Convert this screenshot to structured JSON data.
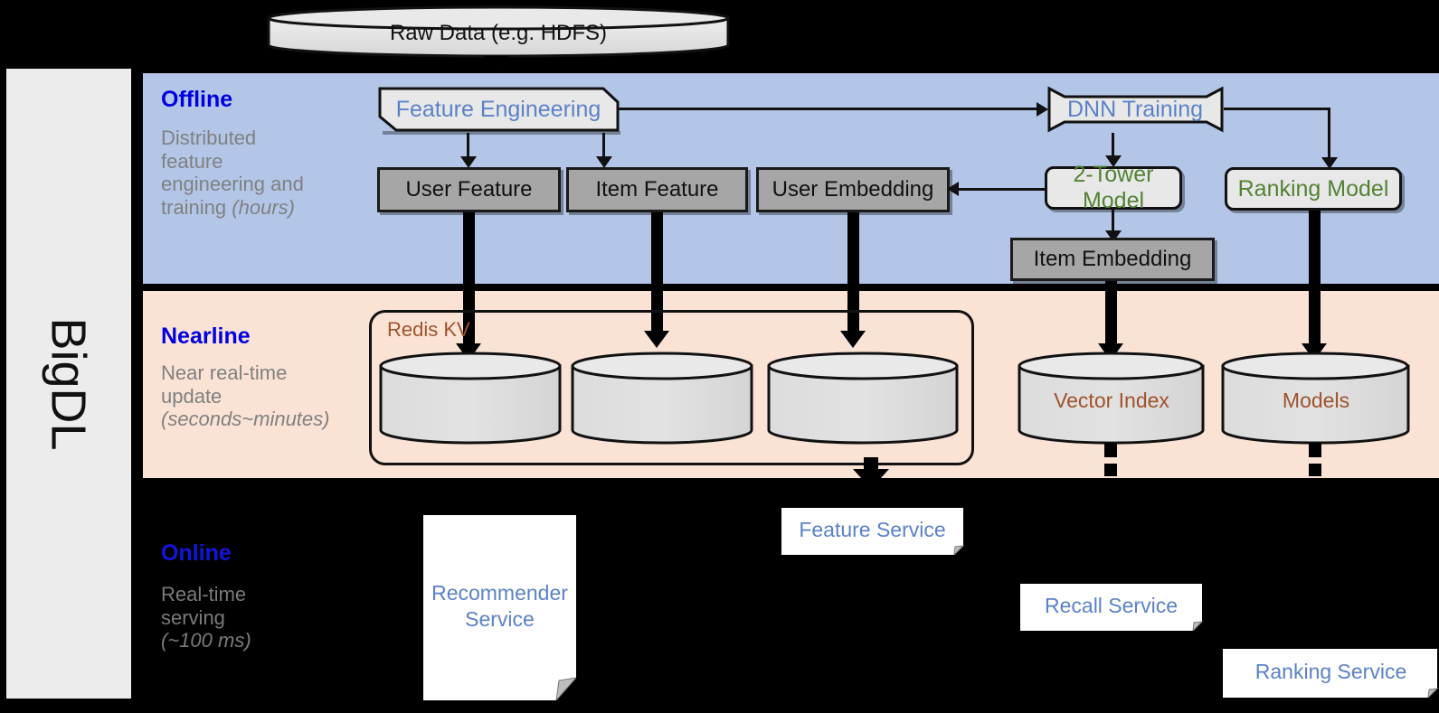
{
  "framework": {
    "name": "BigDL"
  },
  "source": {
    "label": "Raw Data (e.g. HDFS)"
  },
  "bands": {
    "offline": {
      "title": "Offline",
      "subtitle_line1": "Distributed",
      "subtitle_line2": "feature",
      "subtitle_line3": "engineering and",
      "subtitle_line4": "training ",
      "subtitle_italic": "(hours)"
    },
    "nearline": {
      "title": "Nearline",
      "subtitle_line1": "Near real-time",
      "subtitle_line2": "update",
      "subtitle_italic": "(seconds~minutes)"
    },
    "online": {
      "title": "Online",
      "subtitle_line1": "Real-time",
      "subtitle_line2": "serving",
      "subtitle_italic": "(~100 ms)"
    }
  },
  "offline": {
    "feature_engineering": "Feature Engineering",
    "dnn_training": "DNN Training",
    "user_feature": "User Feature",
    "item_feature": "Item Feature",
    "user_embedding": "User Embedding",
    "two_tower_model": "2-Tower Model",
    "ranking_model": "Ranking Model",
    "item_embedding": "Item Embedding"
  },
  "nearline": {
    "redis_group": "Redis KV",
    "store_user_feature": "",
    "store_item_feature": "",
    "store_user_embedding": "",
    "vector_index": "Vector Index",
    "models": "Models"
  },
  "online": {
    "recommender_service_line1": "Recommender",
    "recommender_service_line2": "Service",
    "feature_service": "Feature Service",
    "recall_service": "Recall Service",
    "ranking_service": "Ranking Service"
  },
  "colors": {
    "offline_band": "#b3c6e7",
    "nearline_band": "#fae3d5",
    "online_band": "#000000",
    "rail": "#ececec",
    "data_box": "#a6a6a6",
    "process_box": "#e8e8e8",
    "accent_blue": "#5b82c8",
    "accent_green": "#548235",
    "accent_brown": "#a0522d",
    "heading_blue": "#0000e0"
  }
}
